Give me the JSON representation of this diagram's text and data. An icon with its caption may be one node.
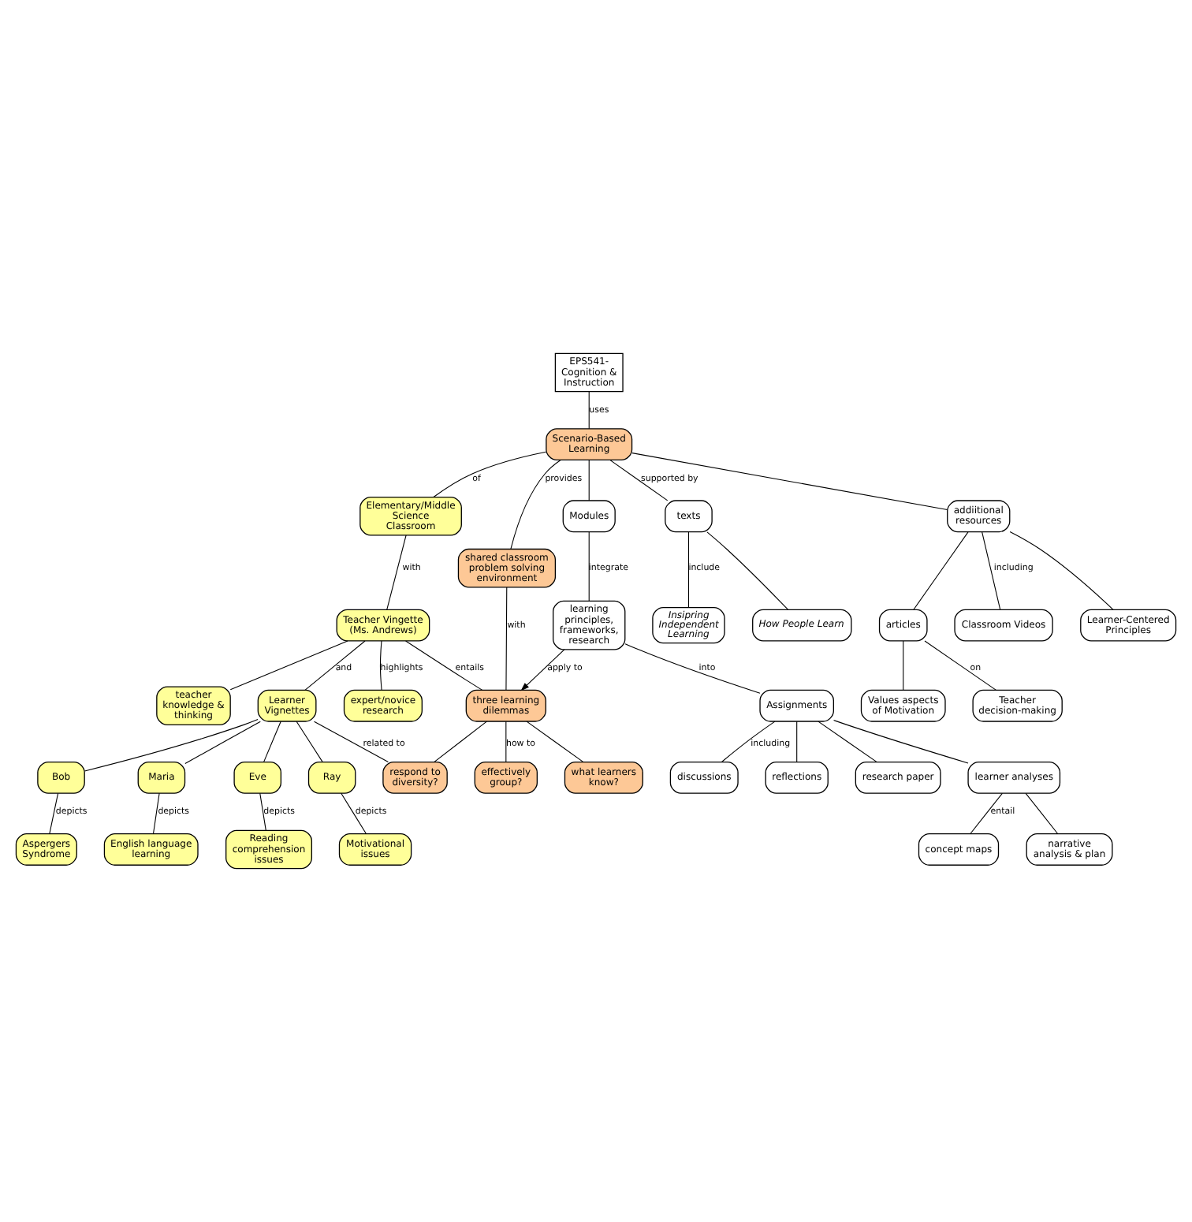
{
  "diagram": {
    "nodes": [
      {
        "text": [
          "EPS541- Cognition & Instruction"
        ]
      },
      {
        "text": [
          "Scenario-Based Learning"
        ]
      },
      {
        "text": [
          "Elementary/Middle Science Classroom"
        ]
      },
      {
        "text": [
          "texts"
        ]
      },
      {
        "text": [
          "Modules"
        ]
      },
      {
        "text": [
          "shared classroom problem solving environment"
        ]
      },
      {
        "text": [
          "Teacher Vingette (Ms. Andrews)"
        ]
      },
      {
        "text": [
          "Insipring Independent Learning"
        ]
      },
      {
        "text": [
          "How People Learn"
        ]
      },
      {
        "text": [
          "learning principles, frameworks, research"
        ]
      },
      {
        "text": [
          "three learning dilemmas"
        ]
      },
      {
        "text": [
          "addiitional resources"
        ]
      },
      {
        "text": [
          "Learner Vignettes"
        ]
      },
      {
        "text": [
          "expert/novice research"
        ]
      },
      {
        "text": [
          "teacher knowledge & thinking"
        ]
      },
      {
        "text": [
          "Classroom Videos"
        ]
      },
      {
        "text": [
          "Learner-Centered Principles"
        ]
      },
      {
        "text": [
          "effectively group?"
        ]
      },
      {
        "text": [
          "respond to diversity?"
        ]
      },
      {
        "text": [
          "Bob"
        ]
      },
      {
        "text": [
          "what learners know?"
        ]
      },
      {
        "text": [
          "Maria"
        ]
      },
      {
        "text": [
          "Assignments"
        ]
      },
      {
        "text": [
          "articles"
        ]
      },
      {
        "text": [
          "Eve"
        ]
      },
      {
        "text": [
          "Ray"
        ]
      },
      {
        "text": [
          "discussions"
        ]
      },
      {
        "text": [
          "reflections"
        ]
      },
      {
        "text": [
          "research paper"
        ]
      },
      {
        "text": [
          "learner analyses"
        ]
      },
      {
        "text": [
          "Teacher decision-making"
        ]
      },
      {
        "text": [
          "Values aspects of Motivation"
        ]
      },
      {
        "text": [
          "Reading comprehension issues"
        ]
      },
      {
        "text": [
          "English language learning"
        ]
      },
      {
        "text": [
          "Motivational issues"
        ]
      },
      {
        "text": [
          "Aspergers Syndrome"
        ]
      },
      {
        "text": [
          "concept maps"
        ]
      },
      {
        "text": [
          "narrative analysis & plan"
        ]
      }
    ],
    "edges": [
      {
        "from": 0,
        "to": 1,
        "label": "uses",
        "arrow": "none"
      },
      {
        "from": 1,
        "to": 5,
        "label": "provides",
        "arrow": "none"
      },
      {
        "from": 1,
        "to": 2,
        "label": "of",
        "arrow": "none"
      },
      {
        "from": 1,
        "to": 3,
        "label": "supported by",
        "arrow": "none"
      },
      {
        "from": 1,
        "to": 4,
        "arrow": "none"
      },
      {
        "from": 1,
        "to": 11,
        "arrow": "none"
      },
      {
        "from": 2,
        "to": 6,
        "label": "with",
        "arrow": "none"
      },
      {
        "from": 5,
        "to": 10,
        "label": "with",
        "arrow": "none"
      },
      {
        "from": 6,
        "to": 10,
        "label": "entails",
        "arrow": "none"
      },
      {
        "from": 6,
        "to": 12,
        "label": "and",
        "arrow": "none"
      },
      {
        "from": 6,
        "to": 13,
        "label": "highlights",
        "arrow": "none"
      },
      {
        "from": 6,
        "to": 14,
        "arrow": "none"
      },
      {
        "from": 3,
        "to": 7,
        "label": "include",
        "arrow": "none"
      },
      {
        "from": 3,
        "to": 8,
        "arrow": "none"
      },
      {
        "from": 4,
        "to": 9,
        "label": "integrate",
        "arrow": "none"
      },
      {
        "from": 9,
        "to": 10,
        "label": "apply to",
        "arrow": "to"
      },
      {
        "from": 9,
        "to": 22,
        "label": "into",
        "arrow": "none"
      },
      {
        "from": 10,
        "to": 17,
        "label": "how to",
        "arrow": "none"
      },
      {
        "from": 10,
        "to": 18,
        "arrow": "none"
      },
      {
        "from": 10,
        "to": 20,
        "arrow": "none"
      },
      {
        "from": 11,
        "to": 15,
        "label": "including",
        "arrow": "none"
      },
      {
        "from": 11,
        "to": 16,
        "arrow": "none"
      },
      {
        "from": 11,
        "to": 23,
        "arrow": "none"
      },
      {
        "from": 12,
        "to": 18,
        "label": "related to",
        "arrow": "none"
      },
      {
        "from": 12,
        "to": 19,
        "arrow": "none"
      },
      {
        "from": 12,
        "to": 21,
        "arrow": "none"
      },
      {
        "from": 12,
        "to": 24,
        "arrow": "none"
      },
      {
        "from": 12,
        "to": 25,
        "arrow": "none"
      },
      {
        "from": 23,
        "to": 30,
        "label": "on",
        "arrow": "none"
      },
      {
        "from": 23,
        "to": 31,
        "arrow": "none"
      },
      {
        "from": 22,
        "to": 26,
        "label": "including",
        "arrow": "none"
      },
      {
        "from": 22,
        "to": 28,
        "arrow": "none"
      },
      {
        "from": 22,
        "to": 29,
        "arrow": "none"
      },
      {
        "from": 22,
        "to": 27,
        "arrow": "none"
      },
      {
        "from": 29,
        "to": 36,
        "label": "entail",
        "arrow": "none"
      },
      {
        "from": 29,
        "to": 37,
        "arrow": "none"
      },
      {
        "from": 24,
        "to": 32,
        "label": "depicts",
        "arrow": "none"
      },
      {
        "from": 25,
        "to": 34,
        "label": "depicts",
        "arrow": "none"
      },
      {
        "from": 21,
        "to": 33,
        "label": "depicts",
        "arrow": "none"
      },
      {
        "from": 19,
        "to": 35,
        "label": "depicts",
        "arrow": "none"
      }
    ]
  }
}
